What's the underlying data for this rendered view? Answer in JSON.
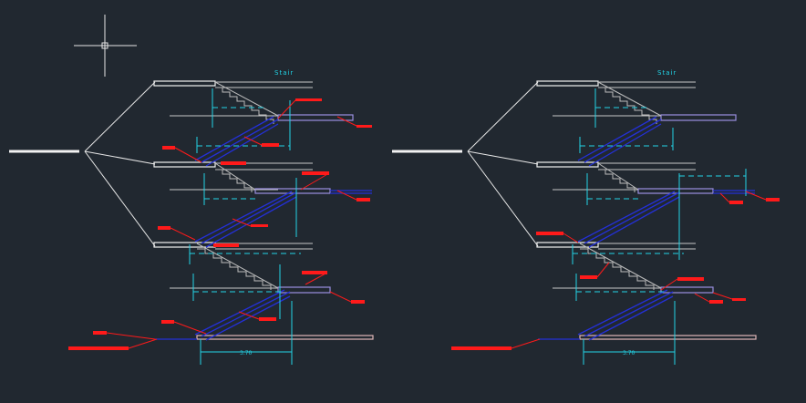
{
  "drawing": {
    "left_section_title": "Stair",
    "right_section_title": "Stair",
    "left_dimension_label": "3.70",
    "right_dimension_label": "3.70"
  },
  "colors": {
    "background": "#212830",
    "cyan": "#22d3e6",
    "blue": "#2430d8",
    "red": "#ff1a1a",
    "white": "#f2f2f2",
    "grey": "#b8b8b8",
    "violet": "#9a8fe0"
  },
  "icons": {
    "cursor": "crosshair-cursor-icon"
  }
}
